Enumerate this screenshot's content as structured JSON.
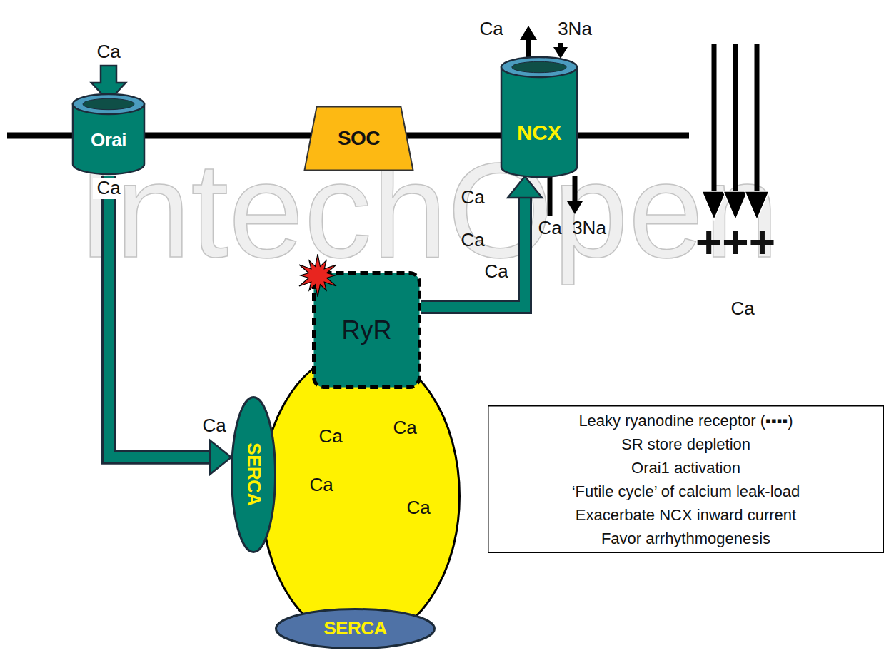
{
  "diagram": {
    "nodes": [
      {
        "text": [
          "Orai"
        ]
      },
      {
        "text": [
          "SOC"
        ]
      },
      {
        "text": [
          "NCX"
        ]
      },
      {
        "text": [
          "RyR"
        ]
      },
      {
        "text": [
          "SERCA"
        ]
      },
      {
        "text": [
          "Ca",
          "Ca",
          "Ca",
          "Ca"
        ]
      },
      {
        "text": [
          "Leaky ryanodine receptor (▪▪▪▪)",
          "SR store depletion",
          "Orai1 activation",
          "‘Futile cycle’ of calcium leak-load",
          "Exacerbate NCX inward current",
          "Favor arrhythmogenesis"
        ]
      },
      {
        "text": [
          "SERCA"
        ]
      }
    ],
    "edges": [
      {
        "from": 0,
        "to": 4,
        "arrow": "to"
      },
      {
        "from": 3,
        "to": 2,
        "arrow": "to"
      }
    ],
    "labels": [
      "Ca",
      "Ca",
      "3Na",
      "Ca",
      "Ca",
      "Ca",
      "3Na",
      "Ca",
      "+++",
      "Ca",
      "Ca",
      "Ca",
      "IntechOpen"
    ]
  }
}
